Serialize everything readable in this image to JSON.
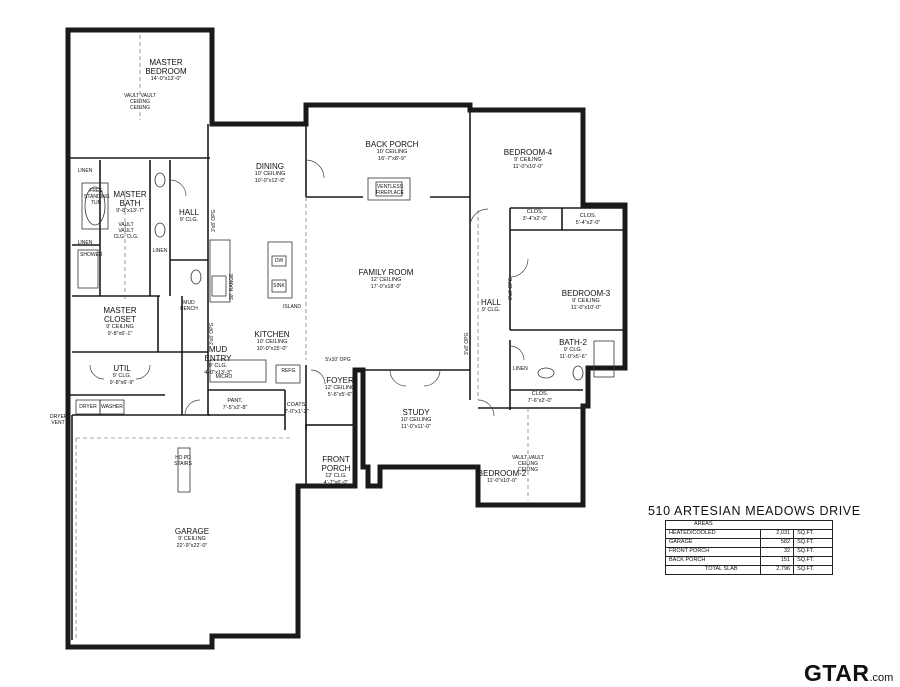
{
  "rooms": {
    "master_bedroom": {
      "name": "MASTER BEDROOM",
      "dims": "14'-0\"x13'-0\"",
      "note": "VAULT VAULT CEILING CEILING"
    },
    "back_porch": {
      "name": "BACK PORCH",
      "ceiling": "10' CEILING",
      "dims": "16'-7\"x8'-9\""
    },
    "fireplace": {
      "name": "VENTLESS FIREPLACE"
    },
    "bedroom_4": {
      "name": "BEDROOM-4",
      "ceiling": "9' CEILING",
      "dims": "11'-0\"x10'-0\""
    },
    "dining": {
      "name": "DINING",
      "ceiling": "10' CEILING",
      "dims": "10'-0\"x12'-0\""
    },
    "master_bath": {
      "name": "MASTER BATH",
      "dims": "9'-8\"x13'-7\"",
      "note": "VAULT VAULT CLG. CLG."
    },
    "free_standing_tub": {
      "name": "FREE STANDING TUB"
    },
    "linen_1": {
      "name": "LINEN"
    },
    "linen_2": {
      "name": "LINEN"
    },
    "linen_3": {
      "name": "LINEN"
    },
    "linen_4": {
      "name": "LINEN"
    },
    "hall_1": {
      "name": "HALL",
      "ceiling": "9' CLG."
    },
    "hall_2": {
      "name": "HALL",
      "ceiling": "9' CLG."
    },
    "shower": {
      "name": "SHOWER"
    },
    "clos_1": {
      "name": "CLOS.",
      "dims": "3'-4\"x2'-0\""
    },
    "clos_2": {
      "name": "CLOS.",
      "dims": "5'-4\"x2'-0\""
    },
    "clos_3": {
      "name": "CLOS.",
      "dims": "7'-6\"x2'-0\""
    },
    "family_room": {
      "name": "FAMILY ROOM",
      "ceiling": "12' CEILING",
      "dims": "17'-0\"x18'-0\""
    },
    "bedroom_3": {
      "name": "BEDROOM-3",
      "ceiling": "9' CEILING",
      "dims": "11'-0\"x10'-0\""
    },
    "master_closet": {
      "name": "MASTER CLOSET",
      "ceiling": "9' CEILING",
      "dims": "9'-8\"x6'-1\""
    },
    "mud_bench": {
      "name": "MUD BENCH"
    },
    "kitchen": {
      "name": "KITCHEN",
      "ceiling": "10' CEILING",
      "dims": "10'-0\"x15'-0\""
    },
    "island": {
      "name": "ISLAND",
      "items": [
        "DW",
        "SINK"
      ]
    },
    "bath_2": {
      "name": "BATH-2",
      "ceiling": "9' CLG.",
      "dims": "11'-0\"x5'-6\""
    },
    "mud_entry": {
      "name": "MUD ENTRY",
      "ceiling": "9' CLG.",
      "dims": "4'-0\"x13'-3\""
    },
    "util": {
      "name": "UTIL",
      "ceiling": "9' CLG.",
      "dims": "9'-8\"x6'-9\""
    },
    "micro": {
      "name": "MICRO"
    },
    "refg": {
      "name": "REFG."
    },
    "foyer": {
      "name": "FOYER",
      "ceiling": "12' CEILING",
      "dims": "5'-6\"x5'-6\""
    },
    "dryer": {
      "name": "DRYER"
    },
    "washer": {
      "name": "WASHER"
    },
    "dryer_vent": {
      "name": "DRYER VENT"
    },
    "pant": {
      "name": "PANT.",
      "dims": "7'-5\"x2'-8\""
    },
    "coats": {
      "name": "COATS",
      "dims": "2'-0\"x1'-2\""
    },
    "study": {
      "name": "STUDY",
      "ceiling": "10' CEILING",
      "dims": "11'-0\"x11'-0\""
    },
    "front_porch": {
      "name": "FRONT PORCH",
      "ceiling": "12' CLG.",
      "dims": "4'-7\"x6'-0\""
    },
    "bedroom_2": {
      "name": "BEDROOM-2",
      "dims": "11'-0\"x10'-0\"",
      "note": "VAULT VAULT CEILING CEILING"
    },
    "hd_pd_stairs": {
      "name": "HD PD STAIRS"
    },
    "garage": {
      "name": "GARAGE",
      "ceiling": "9' CEILING",
      "dims": "22'-9\"x22'-0\""
    }
  },
  "openings": {
    "opg_1": "3'x8' OPG",
    "opg_2": "3'x8' OPG",
    "opg_3": "5'x10' OPG",
    "opg_4": "3'x8' OPG",
    "opg_5": "3'x8' OPG",
    "range": "30\" RANGE"
  },
  "address": "510 ARTESIAN MEADOWS DRIVE",
  "areas": {
    "title": "AREAS",
    "rows": [
      {
        "label": "HEATED/COOLED",
        "value": "2,031",
        "unit": "SQ.FT."
      },
      {
        "label": "GARAGE",
        "value": "582",
        "unit": "SQ.FT."
      },
      {
        "label": "FRONT PORCH",
        "value": "32",
        "unit": "SQ.FT."
      },
      {
        "label": "BACK PORCH",
        "value": "151",
        "unit": "SQ.FT."
      }
    ],
    "total": {
      "label": "TOTAL SLAB",
      "value": "2,796",
      "unit": "SQ.FT."
    }
  },
  "logo": {
    "brand": "GTAR",
    "suffix": ".com"
  }
}
